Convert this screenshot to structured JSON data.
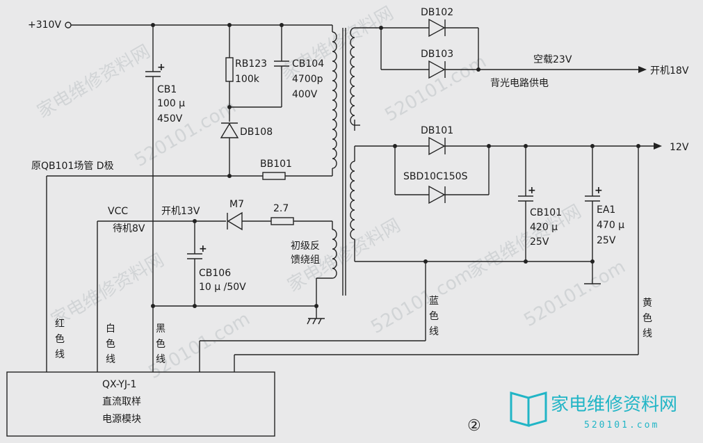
{
  "labels": {
    "v310": "+310V",
    "cb1": "CB1",
    "cb1_val": "100 μ",
    "cb1_v": "450V",
    "rb123": "RB123",
    "rb123_val": "100k",
    "cb104": "CB104",
    "cb104_val": "4700p",
    "cb104_v": "400V",
    "db108": "DB108",
    "bb101": "BB101",
    "q_drain": "原QB101场管 D极",
    "vcc": "VCC",
    "standby": "待机8V",
    "on13": "开机13V",
    "m7": "M7",
    "r27": "2.7",
    "winding_1": "初级反",
    "winding_2": "馈绕组",
    "cb106": "CB106",
    "cb106_val": "10 μ /50V",
    "db102": "DB102",
    "db103": "DB103",
    "idle23": "空载23V",
    "on18": "开机18V",
    "backlight": "背光电路供电",
    "db101": "DB101",
    "sbd": "SBD10C150S",
    "v12": "12V",
    "cb101": "CB101",
    "cb101_val": "420 μ",
    "cb101_v": "25V",
    "ea1": "EA1",
    "ea1_val": "470 μ",
    "ea1_v": "25V",
    "wire_red": [
      "红",
      "色",
      "线"
    ],
    "wire_white": [
      "白",
      "色",
      "线"
    ],
    "wire_black": [
      "黑",
      "色",
      "线"
    ],
    "wire_blue": [
      "蓝",
      "色",
      "线"
    ],
    "wire_yellow": [
      "黄",
      "色",
      "线"
    ],
    "module_1": "QX-YJ-1",
    "module_2": "直流取样",
    "module_3": "电源模块",
    "figure_no": "②"
  },
  "watermark": {
    "text_cn": "家电维修资料网",
    "text_num": "520101.com",
    "logo_main": "家电维修资料网",
    "logo_sub": "520101.com"
  },
  "colors": {
    "background": "#e9e9ea",
    "ink": "#222222",
    "logo": "#21b5c6"
  }
}
